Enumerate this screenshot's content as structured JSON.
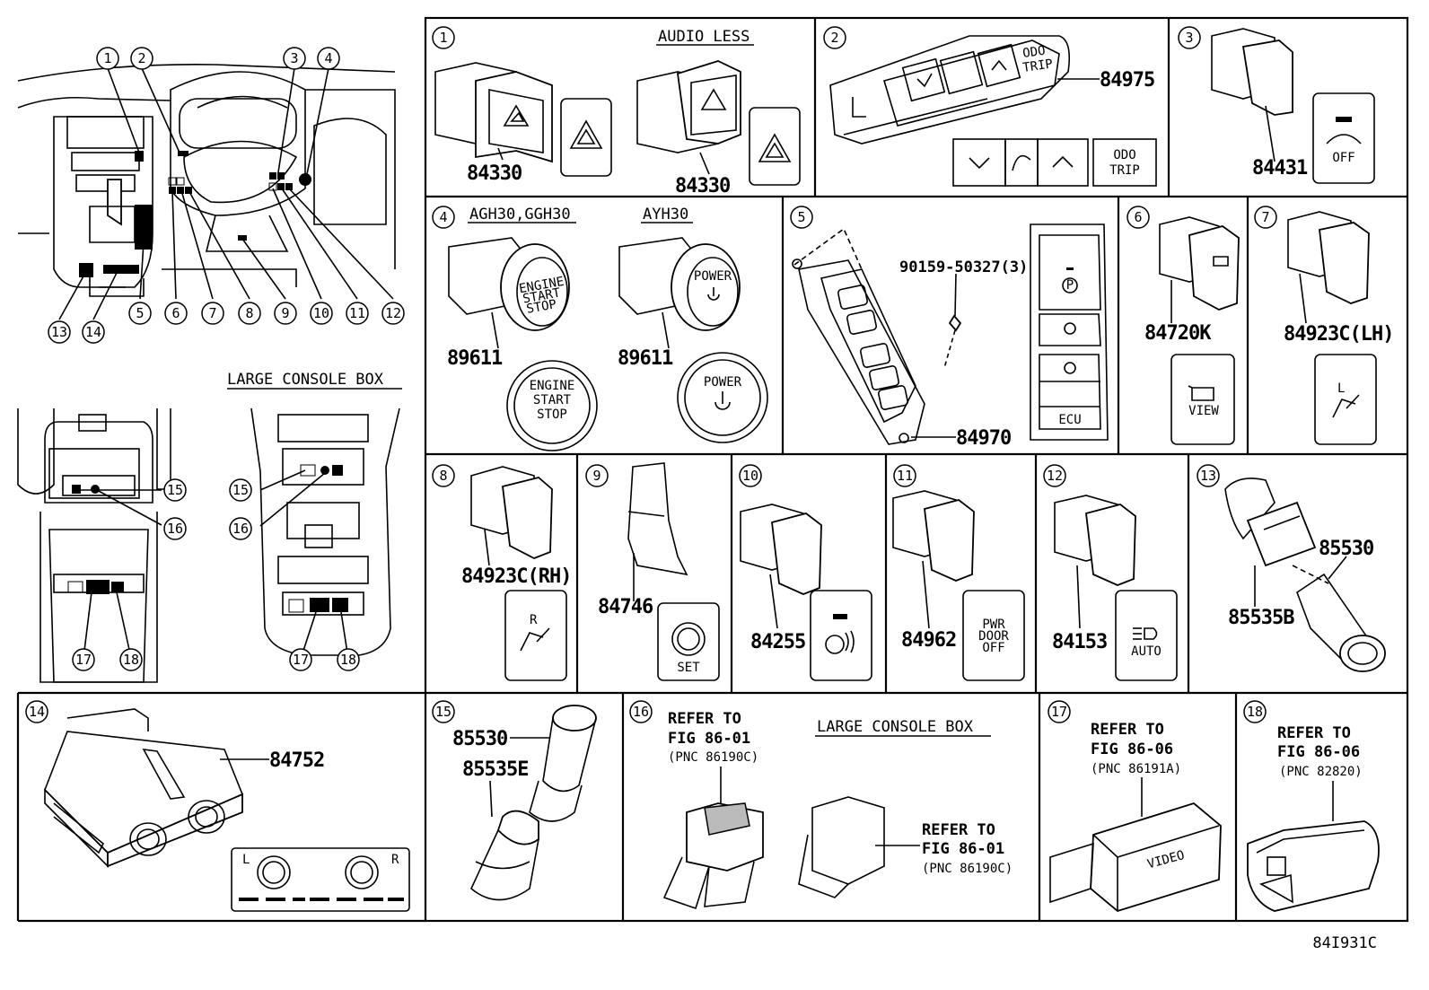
{
  "diagram_code": "84I931C",
  "overview": {
    "callouts": [
      "1",
      "2",
      "3",
      "4",
      "5",
      "6",
      "7",
      "8",
      "9",
      "10",
      "11",
      "12",
      "13",
      "14"
    ],
    "console_callouts": [
      "15",
      "16",
      "17",
      "18"
    ],
    "large_console_title": "LARGE CONSOLE BOX"
  },
  "panels": {
    "p1": {
      "num": "1",
      "title": "AUDIO LESS",
      "parts": [
        "84330",
        "84330"
      ]
    },
    "p2": {
      "num": "2",
      "part": "84975",
      "button_text": "ODO TRIP"
    },
    "p3": {
      "num": "3",
      "part": "84431",
      "button_text": "OFF"
    },
    "p4": {
      "num": "4",
      "variant_a": "AGH30,GGH30",
      "variant_b": "AYH30",
      "part_a": "89611",
      "part_b": "89611",
      "btn_a": [
        "ENGINE",
        "START",
        "STOP"
      ],
      "btn_b": "POWER"
    },
    "p5": {
      "num": "5",
      "bolt": "90159-50327(3)",
      "part": "84970"
    },
    "p6": {
      "num": "6",
      "part": "84720K",
      "button_text": "VIEW"
    },
    "p7": {
      "num": "7",
      "part": "84923C(LH)",
      "button_text": "L"
    },
    "p8": {
      "num": "8",
      "part": "84923C(RH)",
      "button_text": "R"
    },
    "p9": {
      "num": "9",
      "part": "84746",
      "button_text": "SET"
    },
    "p10": {
      "num": "10",
      "part": "84255"
    },
    "p11": {
      "num": "11",
      "part": "84962",
      "button_text": [
        "PWR",
        "DOOR",
        "OFF"
      ]
    },
    "p12": {
      "num": "12",
      "part": "84153",
      "button_text": "AUTO"
    },
    "p13": {
      "num": "13",
      "parts": [
        "85530",
        "85535B"
      ]
    },
    "p14": {
      "num": "14",
      "part": "84752",
      "dial_left": "L",
      "dial_right": "R"
    },
    "p15": {
      "num": "15",
      "parts": [
        "85530",
        "85535E"
      ]
    },
    "p16": {
      "num": "16",
      "title": "LARGE CONSOLE BOX",
      "ref_a": [
        "REFER TO",
        "FIG 86-01",
        "(PNC 86190C)"
      ],
      "ref_b": [
        "REFER TO",
        "FIG 86-01",
        "(PNC 86190C)"
      ]
    },
    "p17": {
      "num": "17",
      "ref": [
        "REFER TO",
        "FIG 86-06",
        "(PNC 86191A)"
      ],
      "module_text": "VIDEO"
    },
    "p18": {
      "num": "18",
      "ref": [
        "REFER TO",
        "FIG 86-06",
        "(PNC 82820)"
      ]
    }
  }
}
